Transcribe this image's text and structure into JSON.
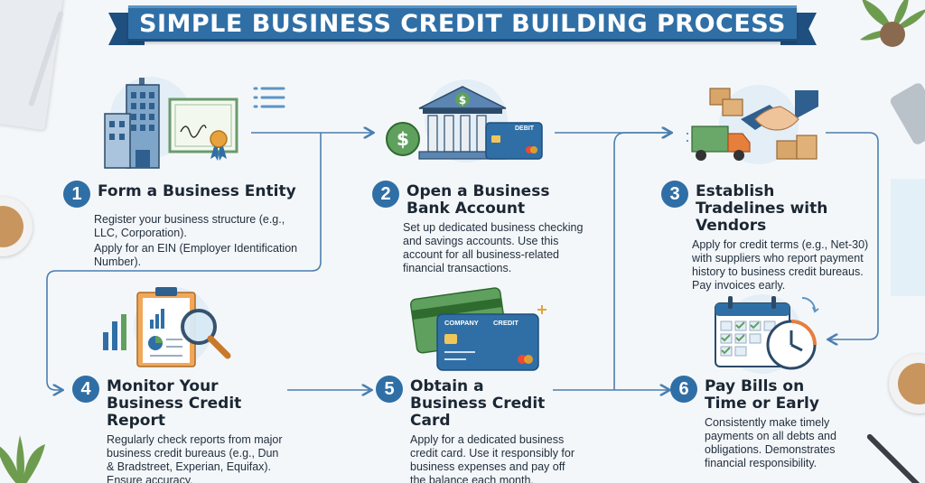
{
  "title": "SIMPLE BUSINESS CREDIT BUILDING PROCESS",
  "colors": {
    "accent": "#2f6fa6",
    "banner_dark": "#1f4f7f",
    "arrow": "#4a7fb0",
    "background": "#f4f7fa"
  },
  "steps": [
    {
      "number": "1",
      "title": "Form a Business Entity",
      "desc": [
        "Register your business structure (e.g., LLC, Corporation).",
        "Apply for an EIN (Employer Identification Number)."
      ],
      "icon": "office-building-certificate-icon"
    },
    {
      "number": "2",
      "title": "Open a Business Bank Account",
      "desc": [
        "Set up dedicated business checking and savings accounts. Use this account for all business-related financial transactions."
      ],
      "icon": "bank-dollar-card-icon",
      "card_label": "DEBIT"
    },
    {
      "number": "3",
      "title": "Establish Tradelines with Vendors",
      "desc": [
        "Apply for credit terms (e.g., Net-30) with suppliers who report payment history to business credit bureaus. Pay invoices early."
      ],
      "icon": "handshake-delivery-truck-icon"
    },
    {
      "number": "4",
      "title": "Monitor Your Business Credit Report",
      "desc": [
        "Regularly check reports from major business credit bureaus (e.g., Dun & Bradstreet, Experian, Equifax). Ensure accuracy."
      ],
      "icon": "report-clipboard-magnifier-icon"
    },
    {
      "number": "5",
      "title": "Obtain a Business Credit Card",
      "desc": [
        "Apply for a dedicated business credit card. Use it responsibly for business expenses and pay off the balance each month."
      ],
      "icon": "credit-cards-icon",
      "card_label_left": "COMPANY",
      "card_label_right": "CREDIT"
    },
    {
      "number": "6",
      "title": "Pay Bills on Time or Early",
      "desc": [
        "Consistently make timely payments on all debts and obligations. Demonstrates financial responsibility."
      ],
      "icon": "calendar-clock-icon"
    }
  ]
}
